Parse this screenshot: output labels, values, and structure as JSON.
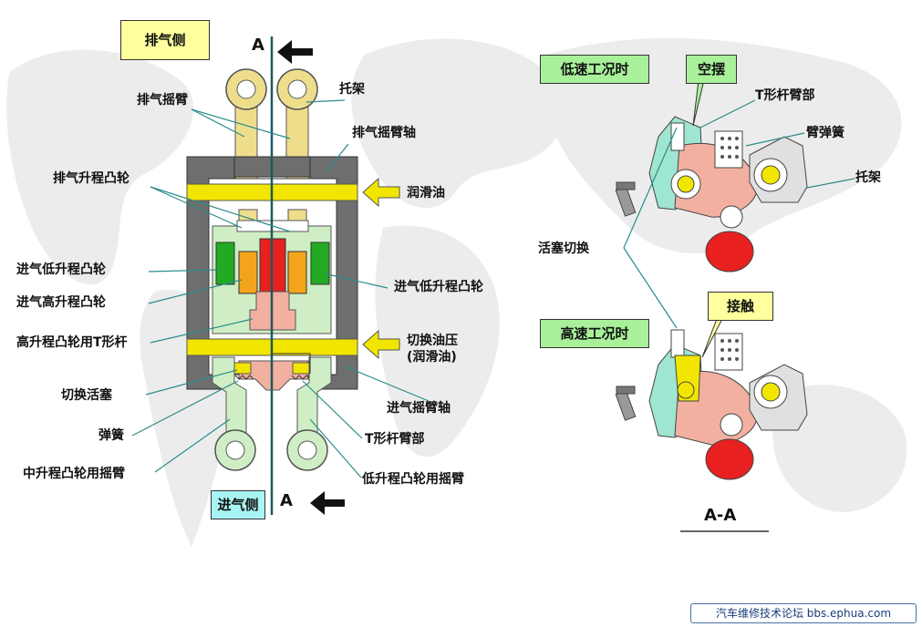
{
  "colors": {
    "housing": "#6e6e6e",
    "shaft_yellow": "#f2e600",
    "rocker_tan": "#eede8c",
    "rocker_green": "#cfeec5",
    "cam_green": "#22aa22",
    "cam_orange": "#f4a41c",
    "cam_red": "#e82020",
    "tlever_pink": "#f2b0a0",
    "piston_teal": "#9fe6d2",
    "box_yellow": "#ffff9e",
    "box_green": "#a8f09a",
    "box_cyan": "#a8f4f4",
    "map_grey": "#e6e6e6",
    "leader_teal": "#2c8c8c"
  },
  "left": {
    "exhaust_side": "排气侧",
    "intake_side": "进气侧",
    "section_mark": "A",
    "labels": {
      "exhaust_rocker": "排气摇臂",
      "bracket": "托架",
      "exhaust_rocker_shaft": "排气摇臂轴",
      "exhaust_lift_cam": "排气升程凸轮",
      "lube_oil": "润滑油",
      "intake_low_cam_left": "进气低升程凸轮",
      "intake_high_cam": "进气高升程凸轮",
      "intake_low_cam_right": "进气低升程凸轮",
      "high_cam_tlever": "高升程凸轮用T形杆",
      "switch_oil_pressure_1": "切换油压",
      "switch_oil_pressure_2": "(润滑油)",
      "switch_piston": "切换活塞",
      "intake_rocker_shaft": "进气摇臂轴",
      "spring": "弹簧",
      "tlever_arm": "T形杆臂部",
      "mid_cam_rocker": "中升程凸轮用摇臂",
      "low_cam_rocker": "低升程凸轮用摇臂"
    }
  },
  "right": {
    "low_speed": "低速工况时",
    "high_speed": "高速工况时",
    "idle_swing": "空摆",
    "contact": "接触",
    "tlever_arm": "T形杆臂部",
    "arm_spring": "臂弹簧",
    "bracket": "托架",
    "piston_switch": "活塞切换",
    "section": "A-A"
  },
  "footer": "汽车维修技术论坛 bbs.ephua.com"
}
